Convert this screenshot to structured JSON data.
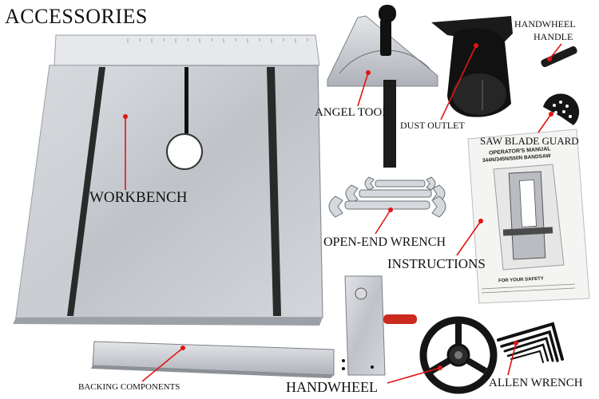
{
  "title": "ACCESSORIES",
  "labels": {
    "workbench": "WORKBENCH",
    "angle_tool": "ANGEL TOOL",
    "dust_outlet": "DUST OUTLET",
    "handwheel_handle_line1": "HANDWHEEL",
    "handwheel_handle_line2": "HANDLE",
    "saw_blade_guard": "SAW BLADE GUARD",
    "open_end_wrench": "OPEN-END WRENCH",
    "instructions": "INSTRUCTIONS",
    "backing_components": "BACKING COMPONENTS",
    "handwheel": "HANDWHEEL",
    "allen_wrench": "ALLEN WRENCH"
  },
  "manual": {
    "title_line1": "OPERATOR'S MANUAL",
    "title_line2": "344N/345N/550N BANDSAW",
    "footer": "FOR YOUR SAFETY"
  },
  "colors": {
    "pointer_red": "#e01515",
    "aluminum": "#c9ccd0",
    "black_part": "#151515"
  }
}
